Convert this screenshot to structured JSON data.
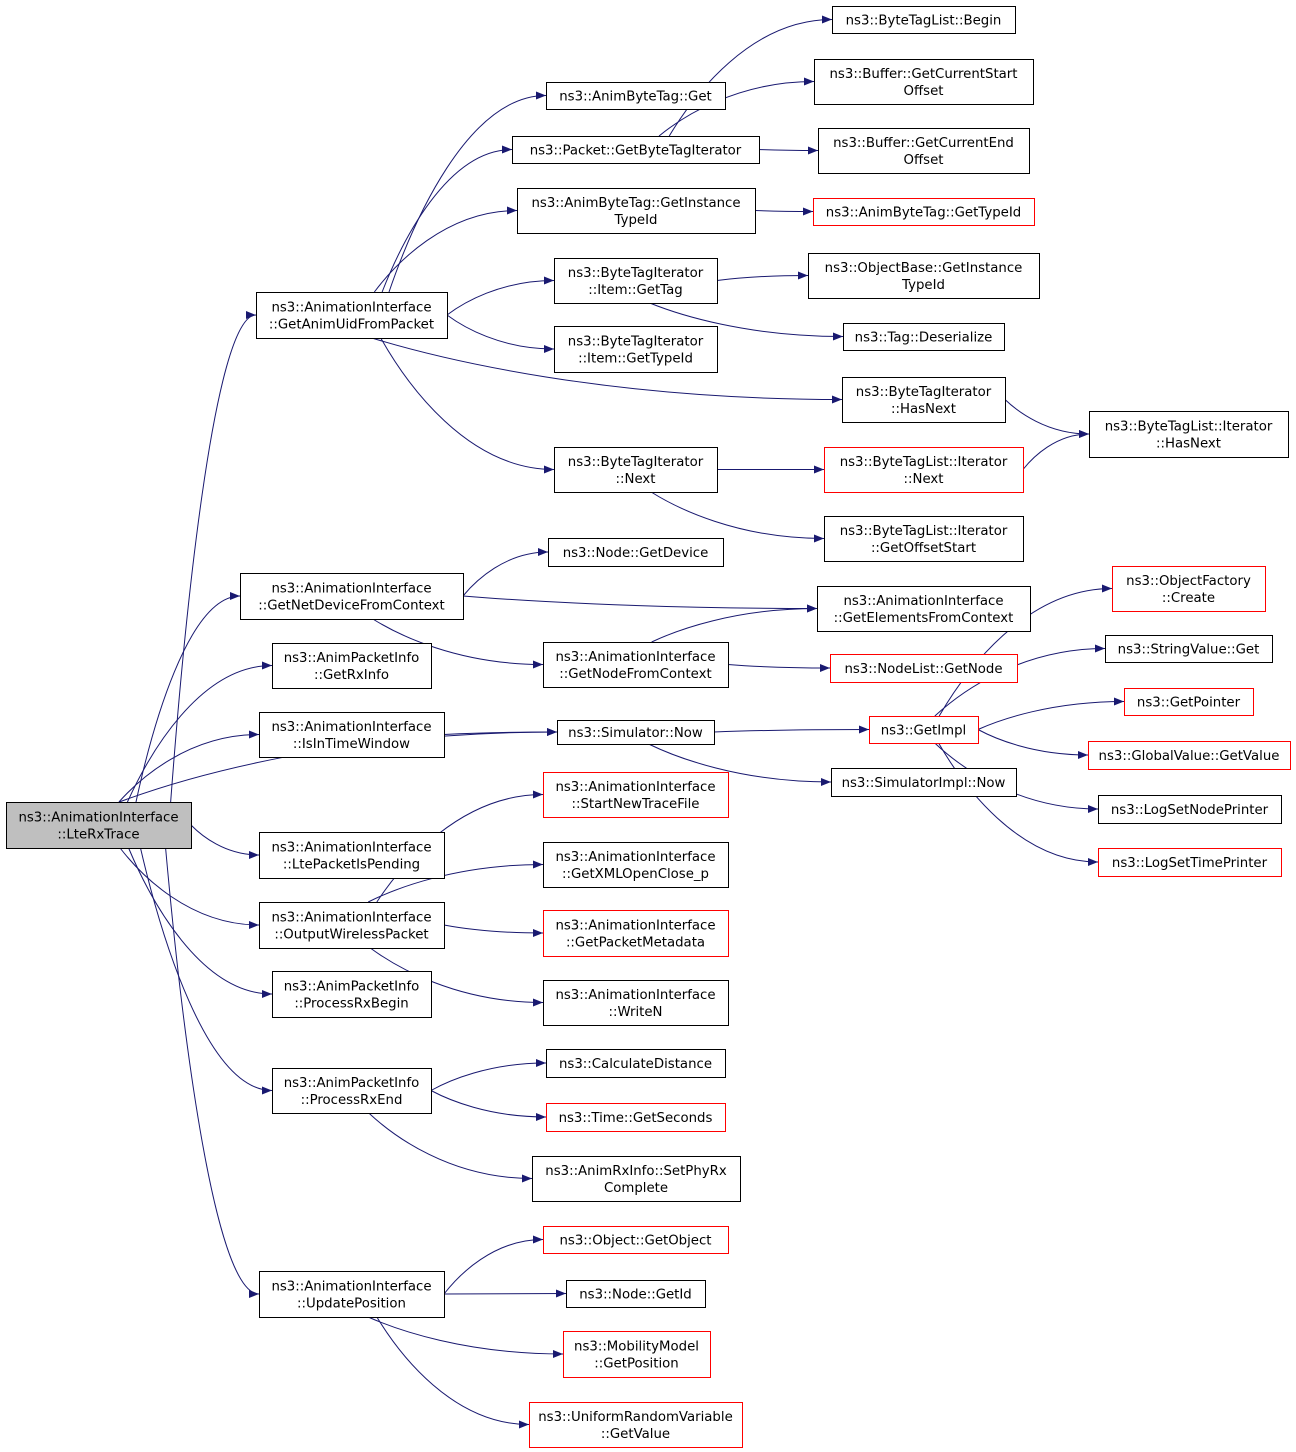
{
  "colors": {
    "edge": "#191970",
    "box_border": "#000000",
    "box_border_truncated": "#ff0000",
    "root_fill": "#bfbfbf",
    "box_fill": "#ffffff"
  },
  "nodes": {
    "root": [
      "ns3::AnimationInterface",
      "::LteRxTrace"
    ],
    "n_get_anim_uid": [
      "ns3::AnimationInterface",
      "::GetAnimUidFromPacket"
    ],
    "n_get_net_device": [
      "ns3::AnimationInterface",
      "::GetNetDeviceFromContext"
    ],
    "n_get_rx_info": [
      "ns3::AnimPacketInfo",
      "::GetRxInfo"
    ],
    "n_is_in_time_window": [
      "ns3::AnimationInterface",
      "::IsInTimeWindow"
    ],
    "n_lte_packet_is_pending": [
      "ns3::AnimationInterface",
      "::LtePacketIsPending"
    ],
    "n_output_wireless_packet": [
      "ns3::AnimationInterface",
      "::OutputWirelessPacket"
    ],
    "n_process_rx_begin": [
      "ns3::AnimPacketInfo",
      "::ProcessRxBegin"
    ],
    "n_process_rx_end": [
      "ns3::AnimPacketInfo",
      "::ProcessRxEnd"
    ],
    "n_update_position": [
      "ns3::AnimationInterface",
      "::UpdatePosition"
    ],
    "n_anim_byte_tag_get": [
      "ns3::AnimByteTag::Get"
    ],
    "n_packet_get_byte_tag_iterator": [
      "ns3::Packet::GetByteTagIterator"
    ],
    "n_anim_byte_tag_get_instance_type_id": [
      "ns3::AnimByteTag::GetInstance",
      "TypeId"
    ],
    "n_bti_item_get_tag": [
      "ns3::ByteTagIterator",
      "::Item::GetTag"
    ],
    "n_bti_item_get_type_id": [
      "ns3::ByteTagIterator",
      "::Item::GetTypeId"
    ],
    "n_bti_next": [
      "ns3::ByteTagIterator",
      "::Next"
    ],
    "n_node_get_device": [
      "ns3::Node::GetDevice"
    ],
    "n_get_node_from_context": [
      "ns3::AnimationInterface",
      "::GetNodeFromContext"
    ],
    "n_simulator_now": [
      "ns3::Simulator::Now"
    ],
    "n_start_new_trace_file": [
      "ns3::AnimationInterface",
      "::StartNewTraceFile"
    ],
    "n_get_xml_open_close_p": [
      "ns3::AnimationInterface",
      "::GetXMLOpenClose_p"
    ],
    "n_get_packet_metadata": [
      "ns3::AnimationInterface",
      "::GetPacketMetadata"
    ],
    "n_write_n": [
      "ns3::AnimationInterface",
      "::WriteN"
    ],
    "n_calculate_distance": [
      "ns3::CalculateDistance"
    ],
    "n_time_get_seconds": [
      "ns3::Time::GetSeconds"
    ],
    "n_set_phy_rx_complete": [
      "ns3::AnimRxInfo::SetPhyRx",
      "Complete"
    ],
    "n_object_get_object": [
      "ns3::Object::GetObject"
    ],
    "n_node_get_id": [
      "ns3::Node::GetId"
    ],
    "n_mobility_get_position": [
      "ns3::MobilityModel",
      "::GetPosition"
    ],
    "n_uniform_get_value": [
      "ns3::UniformRandomVariable",
      "::GetValue"
    ],
    "n_btl_begin": [
      "ns3::ByteTagList::Begin"
    ],
    "n_buffer_get_current_start_offset": [
      "ns3::Buffer::GetCurrentStart",
      "Offset"
    ],
    "n_buffer_get_current_end_offset": [
      "ns3::Buffer::GetCurrentEnd",
      "Offset"
    ],
    "n_anim_byte_tag_get_type_id": [
      "ns3::AnimByteTag::GetTypeId"
    ],
    "n_object_base_get_instance_type_id": [
      "ns3::ObjectBase::GetInstance",
      "TypeId"
    ],
    "n_tag_deserialize": [
      "ns3::Tag::Deserialize"
    ],
    "n_bti_has_next": [
      "ns3::ByteTagIterator",
      "::HasNext"
    ],
    "n_btl_iterator_next": [
      "ns3::ByteTagList::Iterator",
      "::Next"
    ],
    "n_btl_iterator_get_offset_start": [
      "ns3::ByteTagList::Iterator",
      "::GetOffsetStart"
    ],
    "n_get_elements_from_context": [
      "ns3::AnimationInterface",
      "::GetElementsFromContext"
    ],
    "n_nodelist_get_node": [
      "ns3::NodeList::GetNode"
    ],
    "n_get_impl": [
      "ns3::GetImpl"
    ],
    "n_simulator_impl_now": [
      "ns3::SimulatorImpl::Now"
    ],
    "n_btl_iterator_has_next": [
      "ns3::ByteTagList::Iterator",
      "::HasNext"
    ],
    "n_object_factory_create": [
      "ns3::ObjectFactory",
      "::Create"
    ],
    "n_string_value_get": [
      "ns3::StringValue::Get"
    ],
    "n_get_pointer": [
      "ns3::GetPointer"
    ],
    "n_global_value_get_value": [
      "ns3::GlobalValue::GetValue"
    ],
    "n_log_set_node_printer": [
      "ns3::LogSetNodePrinter"
    ],
    "n_log_set_time_printer": [
      "ns3::LogSetTimePrinter"
    ]
  },
  "edges": [
    [
      "root",
      "n_get_anim_uid"
    ],
    [
      "root",
      "n_get_net_device"
    ],
    [
      "root",
      "n_get_rx_info"
    ],
    [
      "root",
      "n_is_in_time_window"
    ],
    [
      "root",
      "n_simulator_now"
    ],
    [
      "root",
      "n_lte_packet_is_pending"
    ],
    [
      "root",
      "n_output_wireless_packet"
    ],
    [
      "root",
      "n_process_rx_begin"
    ],
    [
      "root",
      "n_process_rx_end"
    ],
    [
      "root",
      "n_update_position"
    ],
    [
      "n_get_anim_uid",
      "n_anim_byte_tag_get"
    ],
    [
      "n_get_anim_uid",
      "n_packet_get_byte_tag_iterator"
    ],
    [
      "n_get_anim_uid",
      "n_anim_byte_tag_get_instance_type_id"
    ],
    [
      "n_get_anim_uid",
      "n_bti_item_get_tag"
    ],
    [
      "n_get_anim_uid",
      "n_bti_item_get_type_id"
    ],
    [
      "n_get_anim_uid",
      "n_bti_has_next"
    ],
    [
      "n_get_anim_uid",
      "n_bti_next"
    ],
    [
      "n_packet_get_byte_tag_iterator",
      "n_btl_begin"
    ],
    [
      "n_packet_get_byte_tag_iterator",
      "n_buffer_get_current_start_offset"
    ],
    [
      "n_packet_get_byte_tag_iterator",
      "n_buffer_get_current_end_offset"
    ],
    [
      "n_anim_byte_tag_get_instance_type_id",
      "n_anim_byte_tag_get_type_id"
    ],
    [
      "n_bti_item_get_tag",
      "n_object_base_get_instance_type_id"
    ],
    [
      "n_bti_item_get_tag",
      "n_tag_deserialize"
    ],
    [
      "n_bti_has_next",
      "n_btl_iterator_has_next"
    ],
    [
      "n_bti_next",
      "n_btl_iterator_next"
    ],
    [
      "n_bti_next",
      "n_btl_iterator_get_offset_start"
    ],
    [
      "n_btl_iterator_next",
      "n_btl_iterator_has_next"
    ],
    [
      "n_get_net_device",
      "n_node_get_device"
    ],
    [
      "n_get_net_device",
      "n_get_elements_from_context"
    ],
    [
      "n_get_net_device",
      "n_get_node_from_context"
    ],
    [
      "n_get_node_from_context",
      "n_get_elements_from_context"
    ],
    [
      "n_get_node_from_context",
      "n_nodelist_get_node"
    ],
    [
      "n_is_in_time_window",
      "n_simulator_now"
    ],
    [
      "n_simulator_now",
      "n_get_impl"
    ],
    [
      "n_simulator_now",
      "n_simulator_impl_now"
    ],
    [
      "n_get_impl",
      "n_object_factory_create"
    ],
    [
      "n_get_impl",
      "n_string_value_get"
    ],
    [
      "n_get_impl",
      "n_get_pointer"
    ],
    [
      "n_get_impl",
      "n_global_value_get_value"
    ],
    [
      "n_get_impl",
      "n_log_set_node_printer"
    ],
    [
      "n_get_impl",
      "n_log_set_time_printer"
    ],
    [
      "n_output_wireless_packet",
      "n_start_new_trace_file"
    ],
    [
      "n_output_wireless_packet",
      "n_get_xml_open_close_p"
    ],
    [
      "n_output_wireless_packet",
      "n_get_packet_metadata"
    ],
    [
      "n_output_wireless_packet",
      "n_write_n"
    ],
    [
      "n_process_rx_end",
      "n_calculate_distance"
    ],
    [
      "n_process_rx_end",
      "n_time_get_seconds"
    ],
    [
      "n_process_rx_end",
      "n_set_phy_rx_complete"
    ],
    [
      "n_update_position",
      "n_object_get_object"
    ],
    [
      "n_update_position",
      "n_node_get_id"
    ],
    [
      "n_update_position",
      "n_mobility_get_position"
    ],
    [
      "n_update_position",
      "n_uniform_get_value"
    ]
  ]
}
